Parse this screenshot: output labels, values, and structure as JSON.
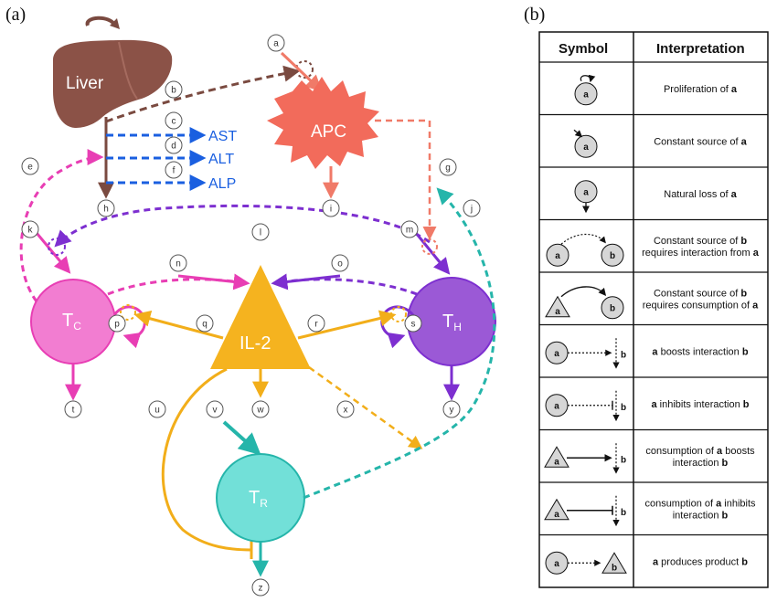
{
  "panel_a": {
    "label": "(a)",
    "nodes": {
      "liver": "Liver",
      "apc": "APC",
      "tc_main": "T",
      "tc_sub": "C",
      "th_main": "T",
      "th_sub": "H",
      "tr_main": "T",
      "tr_sub": "R",
      "il2": "IL-2"
    },
    "markers": {
      "ast": "AST",
      "alt": "ALT",
      "alp": "ALP"
    },
    "edge_labels": [
      "a",
      "b",
      "c",
      "d",
      "e",
      "f",
      "g",
      "h",
      "i",
      "j",
      "k",
      "l",
      "m",
      "n",
      "o",
      "p",
      "q",
      "r",
      "s",
      "t",
      "u",
      "v",
      "w",
      "x",
      "y",
      "z"
    ],
    "colors": {
      "liver": "#8b5247",
      "apc": "#f26b5b",
      "tc": "#f27dd1",
      "th": "#9b59d6",
      "tr": "#72e0d8",
      "il2": "#f5b31f",
      "markers": "#1a5fe0"
    }
  },
  "panel_b": {
    "label": "(b)",
    "header": {
      "symbol": "Symbol",
      "interpretation": "Interpretation"
    },
    "rows": [
      {
        "icon": "proliferation-icon",
        "parts": [
          [
            "Proliferation of ",
            false
          ],
          [
            "a",
            true
          ]
        ]
      },
      {
        "icon": "constant-source-icon",
        "parts": [
          [
            "Constant source of ",
            false
          ],
          [
            "a",
            true
          ]
        ]
      },
      {
        "icon": "natural-loss-icon",
        "parts": [
          [
            "Natural loss of ",
            false
          ],
          [
            "a",
            true
          ]
        ]
      },
      {
        "icon": "interaction-source-icon",
        "parts": [
          [
            "Constant source of ",
            false
          ],
          [
            "b",
            true
          ],
          [
            "\nrequires interaction from ",
            false
          ],
          [
            "a",
            true
          ]
        ]
      },
      {
        "icon": "consumption-source-icon",
        "parts": [
          [
            "Constant source of ",
            false
          ],
          [
            "b",
            true
          ],
          [
            "\nrequires consumption of ",
            false
          ],
          [
            "a",
            true
          ]
        ]
      },
      {
        "icon": "boost-interaction-icon",
        "parts": [
          [
            "a",
            true
          ],
          [
            " boosts interaction ",
            false
          ],
          [
            "b",
            true
          ]
        ]
      },
      {
        "icon": "inhibit-interaction-icon",
        "parts": [
          [
            "a",
            true
          ],
          [
            " inhibits interaction ",
            false
          ],
          [
            "b",
            true
          ]
        ]
      },
      {
        "icon": "consumption-boost-icon",
        "parts": [
          [
            "consumption of ",
            false
          ],
          [
            "a",
            true
          ],
          [
            " boosts\ninteraction ",
            false
          ],
          [
            "b",
            true
          ]
        ]
      },
      {
        "icon": "consumption-inhibit-icon",
        "parts": [
          [
            "consumption of ",
            false
          ],
          [
            "a",
            true
          ],
          [
            " inhibits\ninteraction ",
            false
          ],
          [
            "b",
            true
          ]
        ]
      },
      {
        "icon": "produces-product-icon",
        "parts": [
          [
            "a",
            true
          ],
          [
            " produces product ",
            false
          ],
          [
            "b",
            true
          ]
        ]
      }
    ],
    "symbol_letters": {
      "a": "a",
      "b": "b"
    }
  }
}
